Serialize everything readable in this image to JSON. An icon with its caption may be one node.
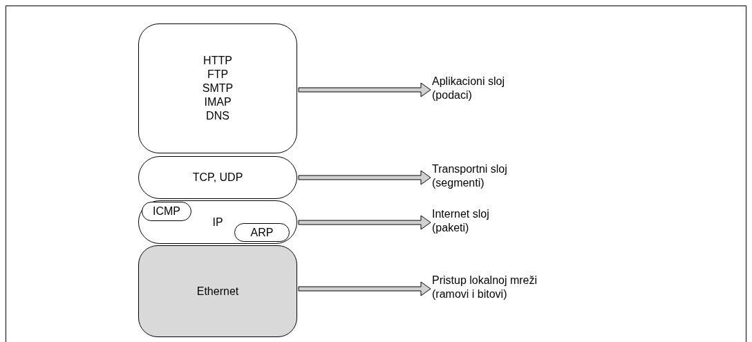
{
  "diagram": {
    "nodes": [
      {
        "text": [
          "HTTP",
          "FTP",
          "SMTP",
          "IMAP",
          "DNS"
        ]
      },
      {
        "text": [
          "Aplikacioni sloj",
          "(podaci)"
        ]
      },
      {
        "text": [
          "TCP, UDP"
        ]
      },
      {
        "text": [
          "Transportni sloj",
          "(segmenti)"
        ]
      },
      {
        "text": [
          "IP"
        ]
      },
      {
        "text": [
          "ICMP"
        ],
        "in": 4
      },
      {
        "text": [
          "ARP"
        ],
        "in": 4
      },
      {
        "text": [
          "Internet sloj",
          "(paketi)"
        ]
      },
      {
        "text": [
          "Ethernet"
        ]
      },
      {
        "text": [
          "Pristup lokalnoj mreži",
          "(ramovi i bitovi)"
        ]
      }
    ],
    "edges": [
      {
        "from": 0,
        "to": 1,
        "arrow": "to"
      },
      {
        "from": 2,
        "to": 3,
        "arrow": "to"
      },
      {
        "from": 4,
        "to": 7,
        "arrow": "to"
      },
      {
        "from": 8,
        "to": 9,
        "arrow": "to"
      }
    ]
  }
}
